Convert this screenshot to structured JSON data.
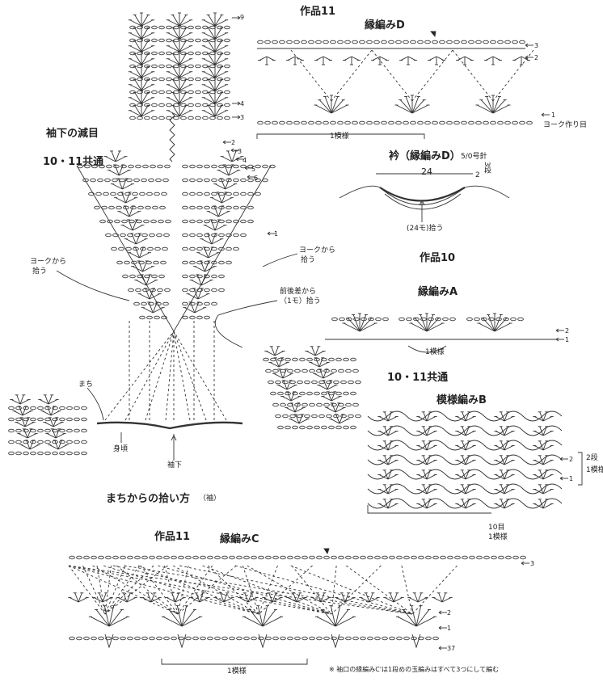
{
  "work11_top": "作品11",
  "edge_d": "縁編みD",
  "sleeve_decrease_title": "袖下の減目",
  "common_10_11_left": "10・11共通",
  "collar_title": "衿（縁編みD）",
  "hook_size": "5/0号針",
  "collar_width": "24",
  "collar_rows": "3段",
  "collar_rows_num": "2",
  "collar_pickup": "(24モ)拾う",
  "work10": "作品10",
  "edge_a": "縁編みA",
  "common_10_11_right": "10・11共通",
  "pattern_b": "模様編みB",
  "gusset_pickup_title": "まちからの拾い方",
  "gusset_pickup_sleeve": "（袖）",
  "work11_bottom": "作品11",
  "edge_c": "縁編みC",
  "one_repeat": "1模様",
  "yoke_made_stitch": "ヨーク作り目",
  "yoke_pickup_left": [
    "ヨークから",
    "拾う"
  ],
  "yoke_pickup_right": [
    "ヨークから",
    "拾う"
  ],
  "front_back_diff": [
    "前後差から",
    "（1モ）拾う"
  ],
  "gusset": "まち",
  "body_piece": "身頃",
  "sleeve_under": "袖下",
  "b_repeat_rows": [
    "2段",
    "1模様"
  ],
  "b_repeat_stitches": [
    "10目",
    "1模様"
  ],
  "note_c": "※ 袖口の縁編みC'は1段めの玉編みはすべて3つにして編む",
  "row_numbers": {
    "top_strip": [
      "9",
      "4",
      "3"
    ],
    "decrease": [
      "2",
      "3",
      "4",
      "5",
      "6",
      "1"
    ],
    "edge_d": [
      "3",
      "2",
      "1"
    ],
    "edge_a": [
      "2",
      "1"
    ],
    "pattern_b": [
      "2",
      "1"
    ],
    "edge_c": [
      "3",
      "2",
      "1",
      "37"
    ]
  }
}
